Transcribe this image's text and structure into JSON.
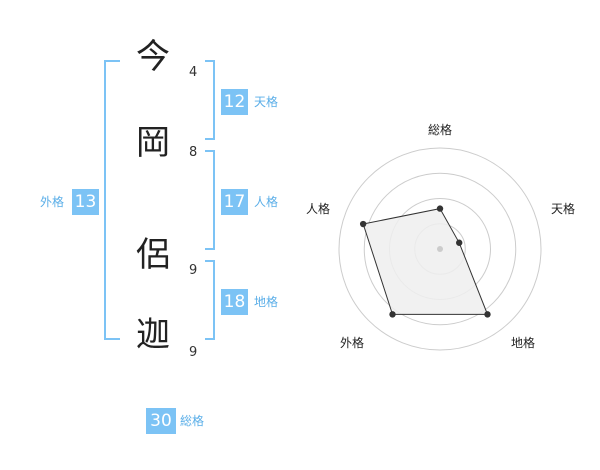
{
  "characters": [
    {
      "char": "今",
      "strokes": "4"
    },
    {
      "char": "岡",
      "strokes": "8"
    },
    {
      "char": "侶",
      "strokes": "9"
    },
    {
      "char": "迦",
      "strokes": "9"
    }
  ],
  "fortunes": {
    "tenkaku": {
      "value": "12",
      "label": "天格"
    },
    "jinkaku": {
      "value": "17",
      "label": "人格"
    },
    "chikaku": {
      "value": "18",
      "label": "地格"
    },
    "gaikaku": {
      "value": "13",
      "label": "外格"
    },
    "soukaku": {
      "value": "30",
      "label": "総格"
    }
  },
  "chart_data": {
    "type": "radar",
    "axes": [
      "総格",
      "天格",
      "地格",
      "外格",
      "人格"
    ],
    "values": [
      0.4,
      0.2,
      0.8,
      0.8,
      0.8
    ],
    "range": [
      0,
      1
    ],
    "rings": 4,
    "colors": {
      "fill": "#eeeeee",
      "stroke": "#333333",
      "grid": "#cccccc",
      "point": "#333333"
    }
  }
}
